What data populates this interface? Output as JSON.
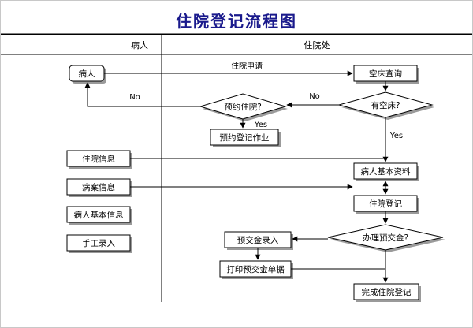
{
  "title": "住院登记流程图",
  "lanes": {
    "patient": "病人",
    "admission": "住院处"
  },
  "nodes": {
    "patient": "病人",
    "empty_bed_query": "空床查询",
    "has_empty_bed": "有空床?",
    "reserve_admission": "预约住院?",
    "reservation_registration": "预约登记作业",
    "inpatient_info": "住院信息",
    "medical_record_info": "病案信息",
    "patient_basic_info_left": "病人基本信息",
    "manual_entry": "手工录入",
    "patient_basic_data": "病人基本资料",
    "admission_registration": "住院登记",
    "handle_deposit": "办理预交金?",
    "deposit_entry": "预交金录入",
    "print_deposit_receipt": "打印预交金单据",
    "complete_registration": "完成住院登记"
  },
  "edges": {
    "admission_request": "住院申请",
    "no_bed": "No",
    "no_reserve": "No",
    "yes_reserve": "Yes",
    "yes_bed": "Yes"
  }
}
